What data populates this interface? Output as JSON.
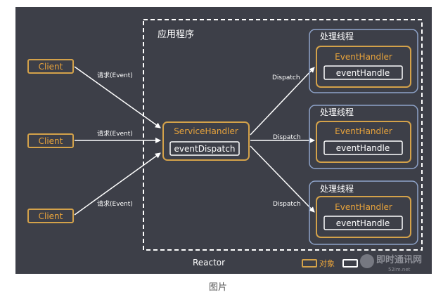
{
  "diagram": {
    "app_label": "应用程序",
    "reactor_label": "Reactor",
    "clients": [
      "Client",
      "Client",
      "Client"
    ],
    "request_labels": [
      "请求(Event)",
      "请求(Event)",
      "请求(Event)"
    ],
    "service_handler": {
      "title": "ServiceHandler",
      "method": "eventDispatch"
    },
    "dispatch_labels": [
      "Dispatch",
      "Dispatch",
      "Dispatch"
    ],
    "threads": [
      {
        "title": "处理线程",
        "handler": "EventHandler",
        "method": "eventHandle"
      },
      {
        "title": "处理线程",
        "handler": "EventHandler",
        "method": "eventHandle"
      },
      {
        "title": "处理线程",
        "handler": "EventHandler",
        "method": "eventHandle"
      }
    ],
    "legend": {
      "object_label": "对象"
    },
    "watermark": {
      "brand": "即时通讯网",
      "site": "52im.net"
    }
  },
  "caption": "图片",
  "colors": {
    "background": "#3d3f48",
    "orange": "#d4a24a",
    "orange_text": "#e8a33b",
    "white": "#ffffff",
    "thread_border": "#8ea3c9"
  }
}
